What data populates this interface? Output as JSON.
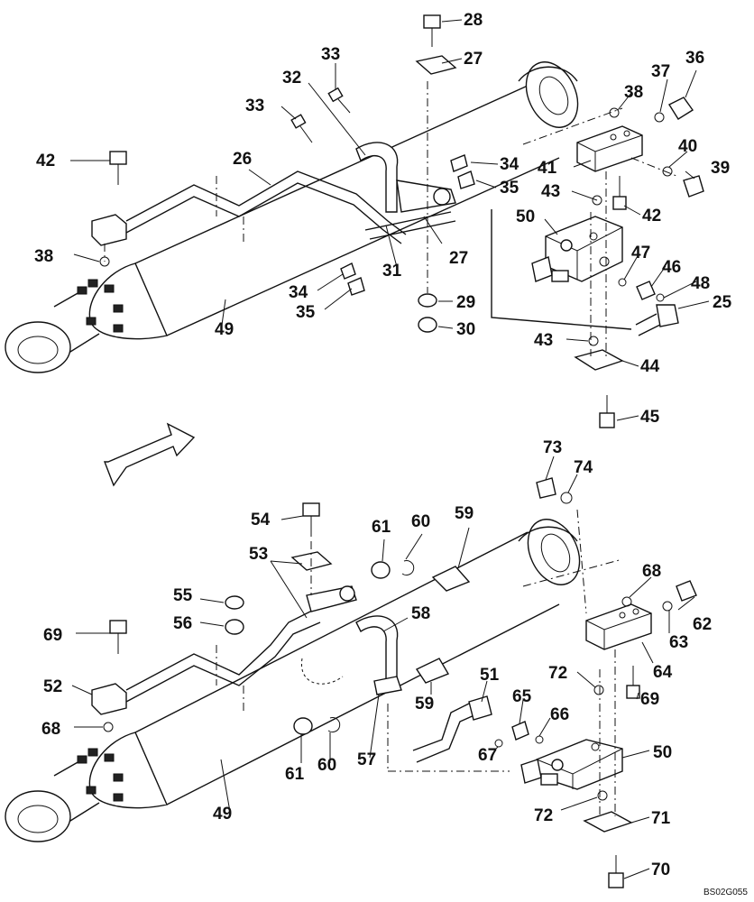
{
  "drawing_code": "BS02G055",
  "upper_callouts": [
    {
      "label": "28"
    },
    {
      "label": "27"
    },
    {
      "label": "33"
    },
    {
      "label": "32"
    },
    {
      "label": "33"
    },
    {
      "label": "26"
    },
    {
      "label": "42"
    },
    {
      "label": "36"
    },
    {
      "label": "37"
    },
    {
      "label": "38"
    },
    {
      "label": "40"
    },
    {
      "label": "39"
    },
    {
      "label": "41"
    },
    {
      "label": "34"
    },
    {
      "label": "35"
    },
    {
      "label": "43"
    },
    {
      "label": "42"
    },
    {
      "label": "50"
    },
    {
      "label": "27"
    },
    {
      "label": "38"
    },
    {
      "label": "31"
    },
    {
      "label": "47"
    },
    {
      "label": "46"
    },
    {
      "label": "48"
    },
    {
      "label": "34"
    },
    {
      "label": "35"
    },
    {
      "label": "29"
    },
    {
      "label": "25"
    },
    {
      "label": "49"
    },
    {
      "label": "30"
    },
    {
      "label": "43"
    },
    {
      "label": "44"
    },
    {
      "label": "45"
    }
  ],
  "lower_callouts": [
    {
      "label": "73"
    },
    {
      "label": "74"
    },
    {
      "label": "54"
    },
    {
      "label": "61"
    },
    {
      "label": "60"
    },
    {
      "label": "59"
    },
    {
      "label": "53"
    },
    {
      "label": "68"
    },
    {
      "label": "55"
    },
    {
      "label": "62"
    },
    {
      "label": "56"
    },
    {
      "label": "58"
    },
    {
      "label": "69"
    },
    {
      "label": "63"
    },
    {
      "label": "64"
    },
    {
      "label": "72"
    },
    {
      "label": "51"
    },
    {
      "label": "52"
    },
    {
      "label": "69"
    },
    {
      "label": "65"
    },
    {
      "label": "59"
    },
    {
      "label": "66"
    },
    {
      "label": "68"
    },
    {
      "label": "67"
    },
    {
      "label": "50"
    },
    {
      "label": "61"
    },
    {
      "label": "60"
    },
    {
      "label": "57"
    },
    {
      "label": "49"
    },
    {
      "label": "72"
    },
    {
      "label": "71"
    },
    {
      "label": "70"
    }
  ]
}
